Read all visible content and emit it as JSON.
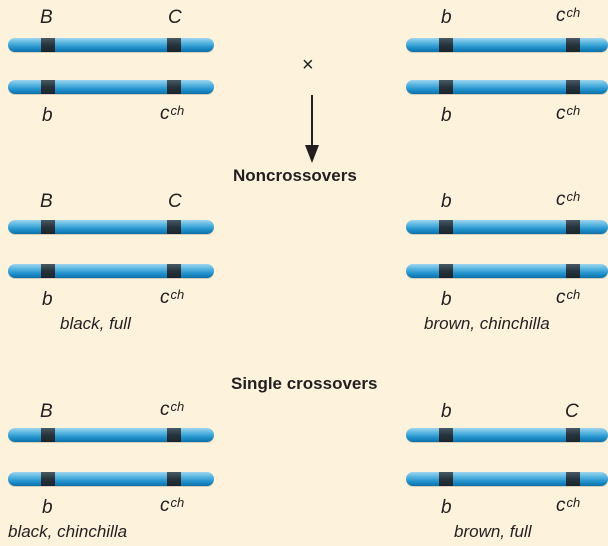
{
  "parents": {
    "left": {
      "top_locus1": "B",
      "top_locus2": "C",
      "bottom_locus1": "b",
      "bottom_locus2_base": "c",
      "bottom_locus2_sup": "ch"
    },
    "right": {
      "top_locus1": "b",
      "top_locus2_base": "c",
      "top_locus2_sup": "ch",
      "bottom_locus1": "b",
      "bottom_locus2_base": "c",
      "bottom_locus2_sup": "ch"
    },
    "cross_symbol": "×"
  },
  "noncrossovers": {
    "heading": "Noncrossovers",
    "left": {
      "top_locus1": "B",
      "top_locus2": "C",
      "bottom_locus1": "b",
      "bottom_locus2_base": "c",
      "bottom_locus2_sup": "ch",
      "phenotype": "black, full"
    },
    "right": {
      "top_locus1": "b",
      "top_locus2_base": "c",
      "top_locus2_sup": "ch",
      "bottom_locus1": "b",
      "bottom_locus2_base": "c",
      "bottom_locus2_sup": "ch",
      "phenotype": "brown, chinchilla"
    }
  },
  "single_crossovers": {
    "heading": "Single crossovers",
    "left": {
      "top_locus1": "B",
      "top_locus2_base": "c",
      "top_locus2_sup": "ch",
      "bottom_locus1": "b",
      "bottom_locus2_base": "c",
      "bottom_locus2_sup": "ch",
      "phenotype": "black, chinchilla"
    },
    "right": {
      "top_locus1": "b",
      "top_locus2": "C",
      "bottom_locus1": "b",
      "bottom_locus2_base": "c",
      "bottom_locus2_sup": "ch",
      "phenotype": "brown, full"
    }
  },
  "colors": {
    "background": "#fdf3dc",
    "chromosome": "#2b9ad6",
    "band": "#27333c",
    "text": "#231f20"
  }
}
